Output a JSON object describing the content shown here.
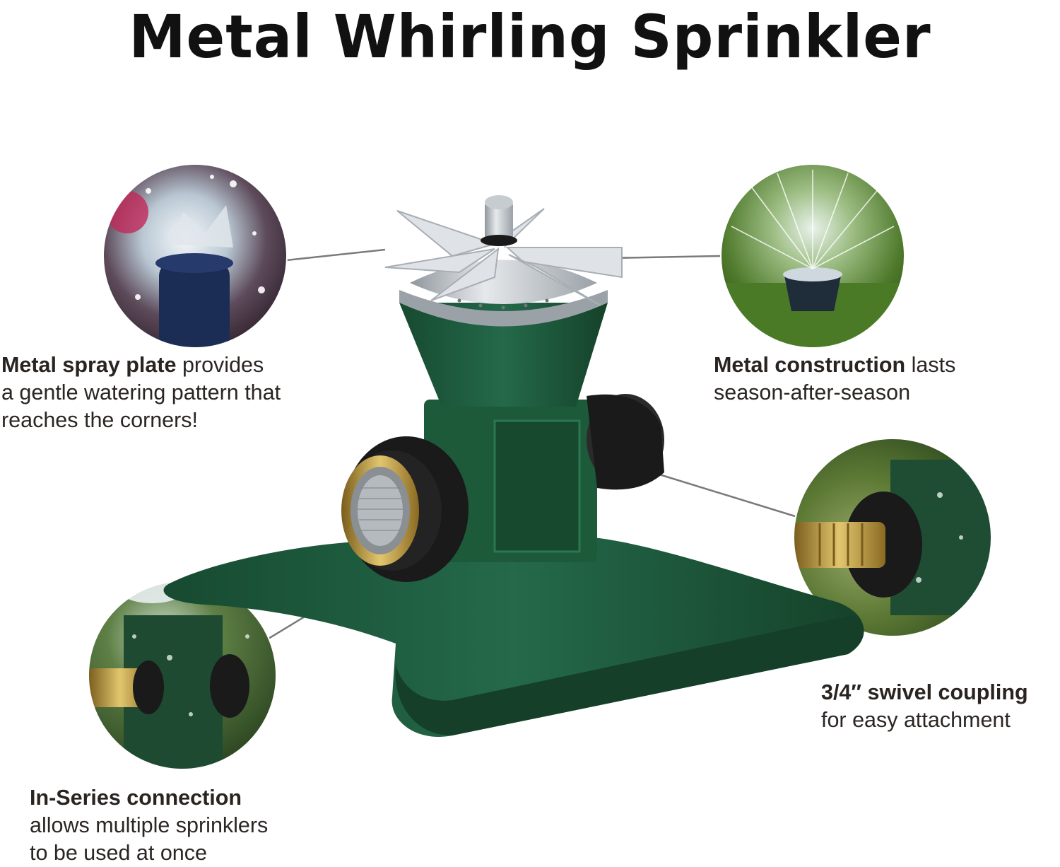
{
  "title": "Metal Whirling Sprinkler",
  "features": {
    "spray_plate": {
      "heading": "Metal spray plate",
      "line1_rest": " provides",
      "line2": "a gentle watering pattern that",
      "line3": "reaches the corners!"
    },
    "construction": {
      "heading": "Metal construction",
      "line1_rest": " lasts",
      "line2": "season-after-season"
    },
    "swivel": {
      "heading": "3/4″ swivel coupling",
      "line2": "for easy attachment"
    },
    "in_series": {
      "heading": "In-Series connection",
      "line2": "allows multiple sprinklers",
      "line3": "to be used at once"
    }
  },
  "colors": {
    "body_green": "#1e5a3b",
    "metal": "#c9ccd0",
    "brass": "#b89540",
    "connector_line": "#7a7a7a"
  }
}
